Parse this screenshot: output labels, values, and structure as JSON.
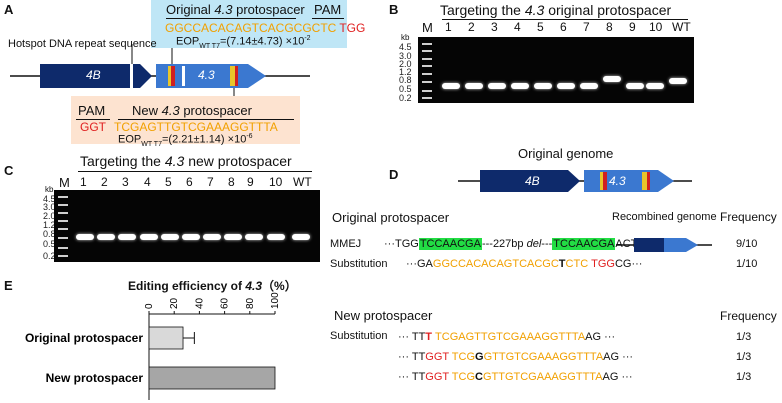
{
  "panels": {
    "A": "A",
    "B": "B",
    "C": "C",
    "D": "D",
    "E": "E"
  },
  "A": {
    "orig_title_pre": "Original ",
    "orig_title_it": "4.3",
    "orig_title_post": " protospacer",
    "pam": "PAM",
    "orig_seq": "GGCCACACAGTCACGCGCTC",
    "orig_pam": "TGG",
    "orig_eop": "EOP",
    "orig_eop_sub": "WT T7",
    "orig_eop_val": "=(7.14±4.73) ×10",
    "orig_eop_exp": "-2",
    "hotspot": "Hotspot DNA repeat sequence",
    "gene_4b": "4B",
    "gene_43": "4.3",
    "new_pam": "PAM",
    "new_title_pre": "New ",
    "new_title_it": "4.3",
    "new_title_post": " protospacer",
    "new_pam_seq": "GGT",
    "new_seq": "TCGAGTTGTCGAAAGGTTTA",
    "new_eop": "EOP",
    "new_eop_sub": "WT T7",
    "new_eop_val": "=(2.21±1.14) ×10",
    "new_eop_exp": "-6"
  },
  "B": {
    "title_pre": "Targeting the ",
    "title_it": "4.3",
    "title_post": " original protospacer",
    "kb": "kb",
    "lanes": [
      "M",
      "1",
      "2",
      "3",
      "4",
      "5",
      "6",
      "7",
      "8",
      "9",
      "10",
      "WT"
    ],
    "ladder": [
      "4.5",
      "3.0",
      "2.0",
      "1.2",
      "0.8",
      "0.5",
      "0.2"
    ]
  },
  "C": {
    "title_pre": "Targeting the ",
    "title_it": "4.3",
    "title_post": " new protospacer",
    "kb": "kb",
    "lanes": [
      "M",
      "1",
      "2",
      "3",
      "4",
      "5",
      "6",
      "7",
      "8",
      "9",
      "10",
      "WT"
    ],
    "ladder": [
      "4.5",
      "3.0",
      "2.0",
      "1.2",
      "0.8",
      "0.5",
      "0.2"
    ]
  },
  "D": {
    "orig_genome": "Original genome",
    "gene_4b": "4B",
    "gene_43": "4.3",
    "orig_proto": "Original protospacer",
    "recomb": "Recombined genome",
    "freq": "Frequency",
    "mmej": "MMEJ",
    "mmej_pre": "···TGG",
    "mmej_g1": "TCCAACGA",
    "mmej_mid": "---227bp ",
    "mmej_del": "del",
    "mmej_mid2": "---",
    "mmej_g2": "TCCAACGA",
    "mmej_post": "ACT",
    "mmej_freq": "9/10",
    "subst": "Substitution",
    "sub1_pre": "···GA",
    "sub1_o1": "GGCCACACAGTCACGC",
    "sub1_b": "T",
    "sub1_o2": "CTC",
    "sub1_r": "TGG",
    "sub1_post": "CG···",
    "sub1_freq": "1/10",
    "new_proto": "New protospacer",
    "freq2": "Frequency",
    "subst2": "Substitution",
    "n1_pre": "··· TT",
    "n1_b": "T",
    "n1_o": "TCGAGTTGTCGAAAGGTTTA",
    "n1_post": "AG ···",
    "n1_freq": "1/3",
    "n2_pre": "··· TT",
    "n2_r": "GGT",
    "n2_o1": " TCG",
    "n2_b": "G",
    "n2_o2": "GTTGTCGAAAGGTTTA",
    "n2_post": "AG ···",
    "n2_freq": "1/3",
    "n3_pre": "··· TT",
    "n3_r": "GGT",
    "n3_o1": " TCG",
    "n3_b": "C",
    "n3_o2": "GTTGTCGAAAGGTTTA",
    "n3_post": "AG ···",
    "n3_freq": "1/3"
  },
  "chart_data": {
    "type": "bar",
    "title": "Editing efficiency of 4.3（%）",
    "title_pre": "Editing efficiency of ",
    "title_it": "4.3",
    "title_post": "（%）",
    "categories": [
      "Original protospacer",
      "New protospacer"
    ],
    "values": [
      27,
      100
    ],
    "error": [
      9,
      0
    ],
    "xlim": [
      0,
      100
    ],
    "xticks": [
      "0",
      "20",
      "40",
      "60",
      "80",
      "100"
    ],
    "colors": [
      "#d9d9d9",
      "#a6a6a6"
    ]
  }
}
